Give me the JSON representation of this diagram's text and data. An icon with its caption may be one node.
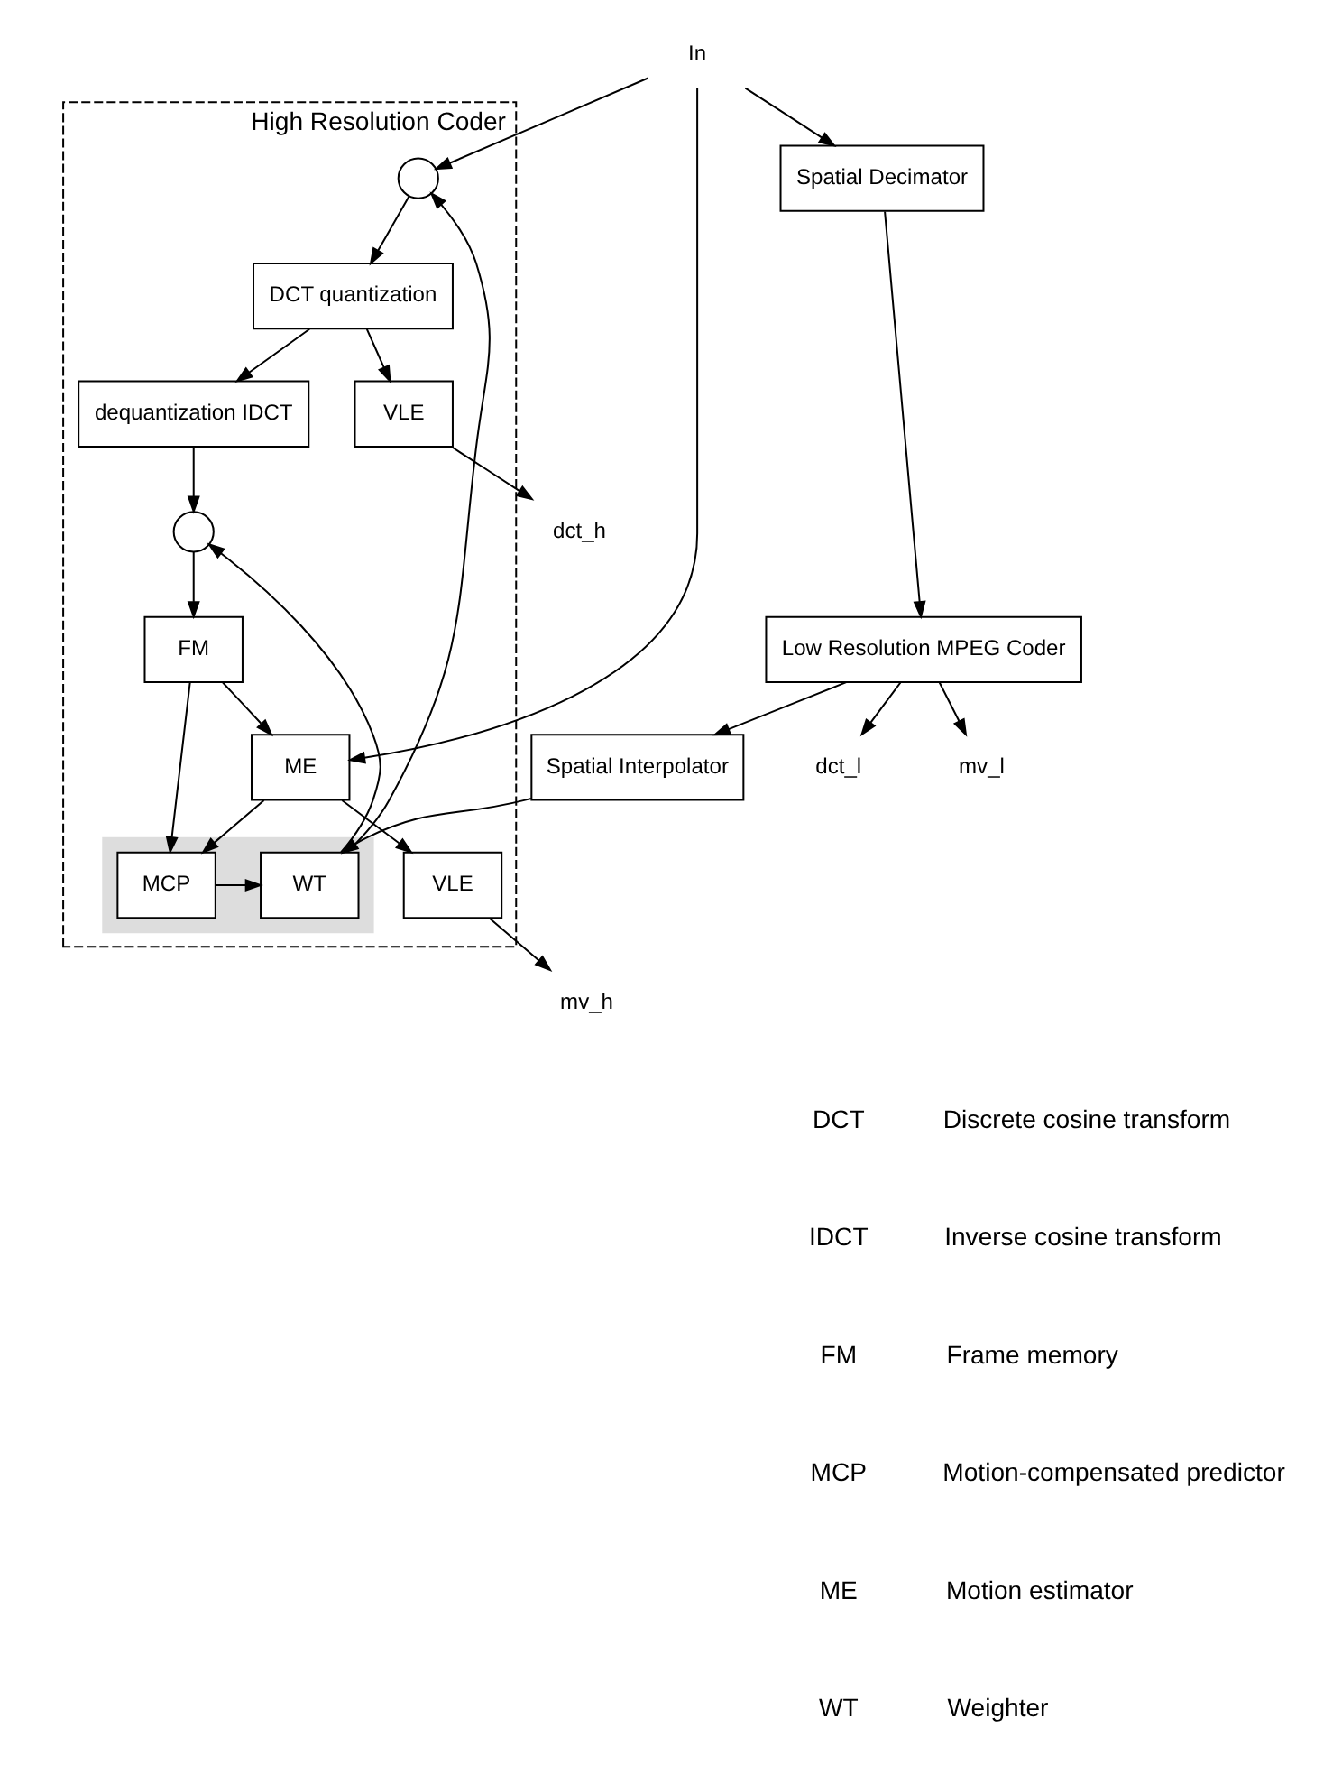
{
  "diagram": {
    "nodes": [
      {
        "text": [
          "High Resolution Coder"
        ]
      },
      {
        "text": [
          "In"
        ]
      },
      {
        "text": [],
        "shape": "circle",
        "in": 0
      },
      {
        "text": [
          "DCT quantization"
        ],
        "in": 0
      },
      {
        "text": [
          "VLE"
        ],
        "in": 0
      },
      {
        "text": [
          "dct_h"
        ]
      },
      {
        "text": [
          "dequantization IDCT"
        ],
        "in": 0
      },
      {
        "text": [],
        "shape": "circle",
        "in": 0
      },
      {
        "text": [],
        "shape": "box",
        "in": 0
      },
      {
        "text": [
          "WT"
        ],
        "in": 8
      },
      {
        "text": [
          "MCP"
        ],
        "in": 8
      },
      {
        "text": [
          "FM"
        ],
        "in": 0
      },
      {
        "text": [
          "ME"
        ],
        "in": 0
      },
      {
        "text": [
          "VLE"
        ],
        "in": 0
      },
      {
        "text": [
          "mv_h"
        ]
      },
      {
        "text": [
          "Spatial Decimator"
        ]
      },
      {
        "text": [
          "Spatial Interpolator"
        ]
      },
      {
        "text": [
          "Low Resolution MPEG Coder"
        ]
      },
      {
        "text": [
          "dct_l"
        ]
      },
      {
        "text": [
          "mv_l"
        ]
      }
    ],
    "edges": [
      {
        "from": 1,
        "to": 2,
        "arrow": "to"
      },
      {
        "from": 1,
        "to": 12,
        "arrow": "to"
      },
      {
        "from": 1,
        "to": 15,
        "arrow": "to"
      },
      {
        "from": 2,
        "to": 3,
        "arrow": "to"
      },
      {
        "from": 3,
        "to": 4,
        "arrow": "to"
      },
      {
        "from": 4,
        "to": 5,
        "arrow": "to"
      },
      {
        "from": 3,
        "to": 6,
        "arrow": "to"
      },
      {
        "from": 6,
        "to": 7,
        "arrow": "to"
      },
      {
        "from": 7,
        "to": 11,
        "arrow": "to"
      },
      {
        "from": 11,
        "to": 10,
        "arrow": "to"
      },
      {
        "from": 10,
        "to": 9,
        "arrow": "to"
      },
      {
        "from": 9,
        "to": 2,
        "arrow": "to"
      },
      {
        "from": 9,
        "to": 7,
        "arrow": "to"
      },
      {
        "from": 11,
        "to": 12,
        "arrow": "to"
      },
      {
        "from": 12,
        "to": 10,
        "arrow": "to"
      },
      {
        "from": 12,
        "to": 13,
        "arrow": "to"
      },
      {
        "from": 13,
        "to": 14,
        "arrow": "to"
      },
      {
        "from": 15,
        "to": 17,
        "arrow": "to"
      },
      {
        "from": 17,
        "to": 16,
        "arrow": "to"
      },
      {
        "from": 16,
        "to": 9,
        "arrow": "to"
      },
      {
        "from": 17,
        "to": 18,
        "arrow": "to"
      },
      {
        "from": 17,
        "to": 19,
        "arrow": "to"
      }
    ],
    "labels": [
      "DCT",
      "Discrete cosine transform",
      "IDCT",
      "Inverse cosine transform",
      "FM",
      "Frame memory",
      "MCP",
      "Motion-compensated predictor",
      "ME",
      "Motion estimator",
      "WT",
      "Weighter"
    ]
  }
}
